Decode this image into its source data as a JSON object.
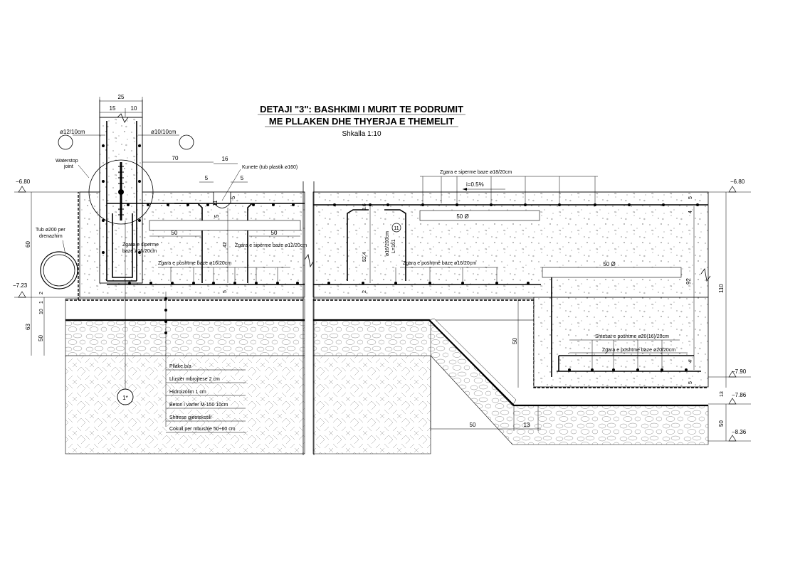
{
  "title": {
    "line1": "DETAJI \"3\": BASHKIMI I MURIT TE PODRUMIT",
    "line2": "ME PLLAKEN DHE THYERJA E THEMELIT",
    "scale": "Shkalla 1:10"
  },
  "dimensions": {
    "wall_total": "25",
    "wall_left": "15",
    "wall_right": "10",
    "d70": "70",
    "d16": "16",
    "d5a": "5",
    "d5b": "5",
    "d5c": "5",
    "d11": "11",
    "d5d": "5",
    "d50a": "50",
    "d50b": "50",
    "d42": "42",
    "d5e": "5",
    "d60": "60",
    "d2a": "2",
    "d1": "1",
    "d10": "10",
    "d63": "63",
    "d50c": "50",
    "d3_6": "3.6",
    "d52_4": "52.4",
    "d2b": "2",
    "d50phi_a": "50 Ø",
    "d50phi_b": "50 Ø",
    "d4a": "4",
    "d5f": "5",
    "d92": "92",
    "d110": "110",
    "d50d": "50",
    "d4b": "4",
    "d5g": "5",
    "d13a": "13",
    "d50e": "50",
    "d50f": "50",
    "d13b": "13"
  },
  "levels": {
    "left_top": "−6.80",
    "left_mid": "−7.23",
    "right_top": "−6.80",
    "right_790": "−7.90",
    "right_786": "−7.86",
    "right_836": "−8.36"
  },
  "labels": {
    "rebar_left": "ø12/10cm",
    "rebar_right": "ø10/10cm",
    "waterstop": "Waterstop\njoint",
    "kunete": "Kunete (tub plastik ø160)",
    "pipe": "Tub ø200 per\ndrenazhim",
    "top_rebar_slab_a": "Zgara e siperme baze ø16/20cm",
    "top_rebar_slab_b": "Zgara e siperme baze ø12/20cm",
    "top_rebar_main": "Zgara e siperme baze ø18/20cm",
    "bot_rebar_a": "Zgara e poshtme baze ø16/20cm",
    "bot_rebar_b": "Zgara e poshtme baze ø16/20cm",
    "slope": "i=0.5%",
    "stirrup": "ø16/200cm",
    "stirrup_len": "L=161",
    "stirrup_num": "11",
    "shtesat": "Shtesat e poshtme ø20(16)/20cm",
    "bot_rebar_c": "Zgara e poshtme baze ø20/20cm",
    "callout": "1*"
  },
  "layers": [
    "Pllake b/a",
    "Llustër mbrojtese 2 cm",
    "Hidroizolim 1 cm",
    "Beton i varfer M-150 10cm",
    "Shtrese gjeotekstili",
    "Cokull per mbushje 50÷60 cm"
  ]
}
